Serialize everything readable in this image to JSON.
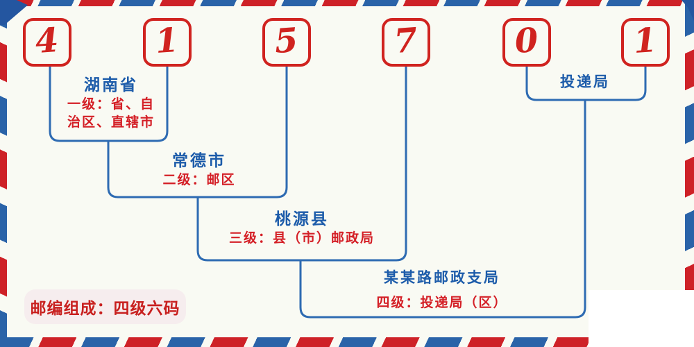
{
  "postal_code": {
    "digits": [
      "4",
      "1",
      "5",
      "7",
      "0",
      "1"
    ]
  },
  "annotations": {
    "level1": {
      "name": "湖南省",
      "desc_full": "一级：省、自治区、直辖市",
      "desc_line1": "一级：省、自",
      "desc_line2": "治区、直辖市"
    },
    "level2": {
      "name": "常德市",
      "desc": "二级：邮区"
    },
    "level3": {
      "name": "桃源县",
      "desc": "三级：县（市）邮政局"
    },
    "level4": {
      "name": "某某路邮政支局",
      "desc": "四级：投递局（区）"
    },
    "delivery": {
      "name": "投递局"
    }
  },
  "footer": {
    "badge": "邮编组成：四级六码"
  },
  "colors": {
    "digit_red": "#d0231f",
    "desc_red": "#d41f26",
    "name_blue": "#1d5caa",
    "line_blue": "#2e6bb2",
    "stripe_red": "#ce2127",
    "stripe_blue": "#2a63a8",
    "badge_bg": "#f6edee",
    "background": "#f9faf3"
  }
}
